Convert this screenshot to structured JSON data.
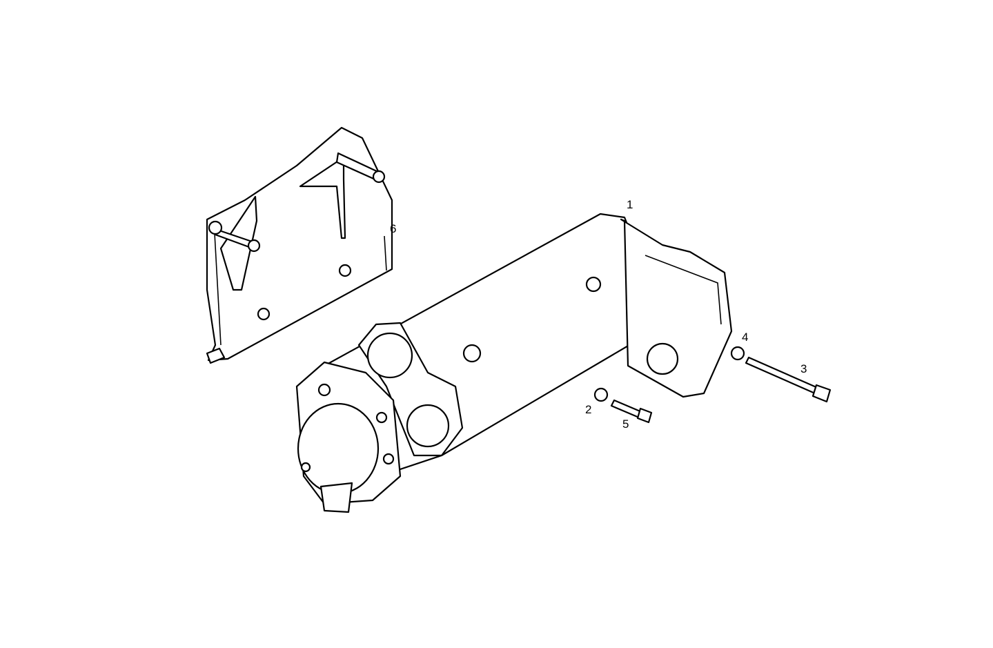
{
  "diagram": {
    "callouts": [
      {
        "id": "1",
        "label": "1"
      },
      {
        "id": "2",
        "label": "2"
      },
      {
        "id": "3",
        "label": "3"
      },
      {
        "id": "4",
        "label": "4"
      },
      {
        "id": "5",
        "label": "5"
      },
      {
        "id": "6",
        "label": "6"
      }
    ],
    "line_color": "#000000",
    "background": "#ffffff"
  }
}
